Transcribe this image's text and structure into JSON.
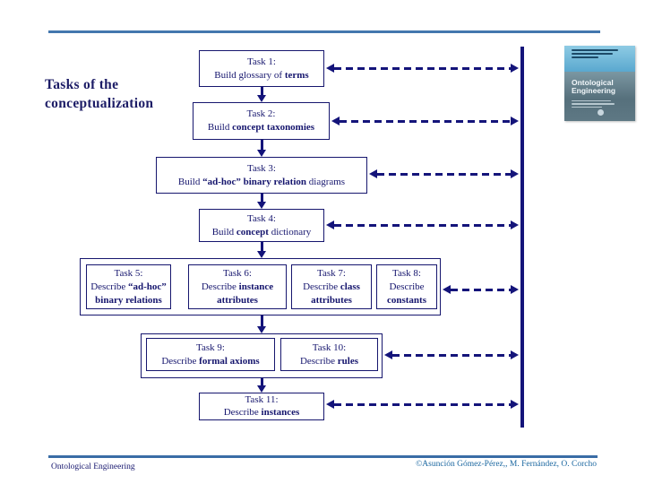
{
  "slide": {
    "title_line1": "Tasks of the",
    "title_line2": "conceptualization",
    "footer_left": "Ontological Engineering",
    "footer_right": "©Asunción Gómez-Pérez,, M. Fernández, O. Corcho"
  },
  "book": {
    "title": "Ontological Engineering"
  },
  "colors": {
    "navy": "#16166e",
    "arrow_navy": "#14147a",
    "rule_blue": "#4377ae",
    "footer_credit_blue": "#1b67a0"
  },
  "tasks": [
    {
      "key": "task1",
      "heading": "Task 1:",
      "description": [
        {
          "text": "Build glossary of ",
          "bold": false
        },
        {
          "text": "terms",
          "bold": true
        }
      ]
    },
    {
      "key": "task2",
      "heading": "Task 2:",
      "description": [
        {
          "text": "Build ",
          "bold": false
        },
        {
          "text": "concept taxonomies",
          "bold": true
        }
      ]
    },
    {
      "key": "task3",
      "heading": "Task 3:",
      "description": [
        {
          "text": "Build ",
          "bold": false
        },
        {
          "text": "“ad-hoc” binary relation",
          "bold": true
        },
        {
          "text": " diagrams",
          "bold": false
        }
      ]
    },
    {
      "key": "task4",
      "heading": "Task 4:",
      "description": [
        {
          "text": "Build ",
          "bold": false
        },
        {
          "text": "concept",
          "bold": true
        },
        {
          "text": " dictionary",
          "bold": false
        }
      ]
    },
    {
      "key": "task5",
      "heading": "Task 5:",
      "description": [
        {
          "text": "Describe ",
          "bold": false
        },
        {
          "text": "“ad-hoc” binary relations",
          "bold": true
        }
      ]
    },
    {
      "key": "task6",
      "heading": "Task 6:",
      "description": [
        {
          "text": "Describe ",
          "bold": false
        },
        {
          "text": "instance attributes",
          "bold": true
        }
      ]
    },
    {
      "key": "task7",
      "heading": "Task 7:",
      "description": [
        {
          "text": "Describe ",
          "bold": false
        },
        {
          "text": "class attributes",
          "bold": true
        }
      ]
    },
    {
      "key": "task8",
      "heading": "Task 8:",
      "description": [
        {
          "text": "Describe ",
          "bold": false
        },
        {
          "text": "constants",
          "bold": true
        }
      ]
    },
    {
      "key": "task9",
      "heading": "Task 9:",
      "description": [
        {
          "text": "Describe ",
          "bold": false
        },
        {
          "text": "formal axioms",
          "bold": true
        }
      ]
    },
    {
      "key": "task10",
      "heading": "Task 10:",
      "description": [
        {
          "text": "Describe ",
          "bold": false
        },
        {
          "text": "rules",
          "bold": true
        }
      ]
    },
    {
      "key": "task11",
      "heading": "Task 11:",
      "description": [
        {
          "text": "Describe ",
          "bold": false
        },
        {
          "text": "instances",
          "bold": true
        }
      ]
    }
  ]
}
